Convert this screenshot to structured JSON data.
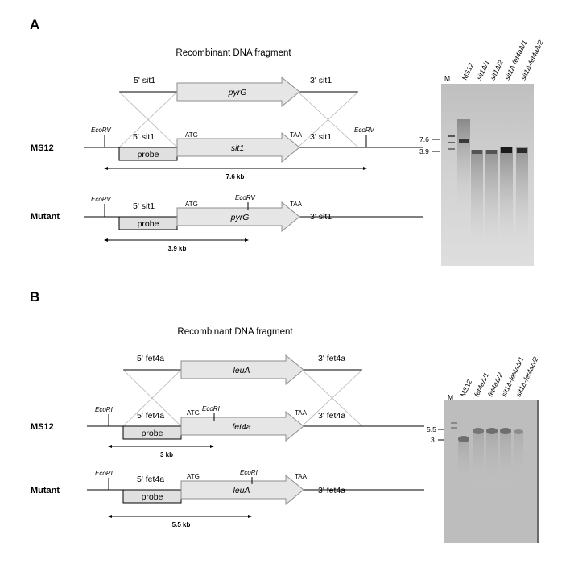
{
  "panel_a": {
    "letter": "A",
    "fragment_title": "Recombinant DNA fragment",
    "fragment": {
      "flank5": "5' sit1",
      "marker": "pyrG",
      "flank3": "3' sit1"
    },
    "wt": {
      "row_label": "MS12",
      "site_left": "EcoRV",
      "site_right": "EcoRV",
      "flank5": "5' sit1",
      "probe": "probe",
      "start": "ATG",
      "gene": "sit1",
      "stop": "TAA",
      "flank3": "3' sit1",
      "size": "7.6 kb"
    },
    "mut": {
      "row_label": "Mutant",
      "site_left": "EcoRV",
      "site_mid": "EcoRV",
      "flank5": "5' sit1",
      "probe": "probe",
      "start": "ATG",
      "gene": "pyrG",
      "stop": "TAA",
      "flank3": "3' sit1",
      "size": "3.9 kb"
    },
    "blot": {
      "marker_lane": "M",
      "lanes": [
        "MS12",
        "sit1Δ/1",
        "sit1Δ/2",
        "sit1Δ-fet4aΔ/1",
        "sit1Δ-fet4aΔ/2"
      ],
      "size_markers": [
        "7.6",
        "3.9"
      ]
    }
  },
  "panel_b": {
    "letter": "B",
    "fragment_title": "Recombinant DNA fragment",
    "fragment": {
      "flank5": "5' fet4a",
      "marker": "leuA",
      "flank3": "3' fet4a"
    },
    "wt": {
      "row_label": "MS12",
      "site_left": "EcoRI",
      "site_mid": "EcoRI",
      "flank5": "5' fet4a",
      "probe": "probe",
      "start": "ATG",
      "gene": "fet4a",
      "stop": "TAA",
      "flank3": "3' fet4a",
      "size": "3 kb"
    },
    "mut": {
      "row_label": "Mutant",
      "site_left": "EcoRI",
      "site_mid": "EcoRI",
      "flank5": "5' fet4a",
      "probe": "probe",
      "start": "ATG",
      "gene": "leuA",
      "stop": "TAA",
      "flank3": "3' fet4a",
      "size": "5.5 kb"
    },
    "blot": {
      "marker_lane": "M",
      "lanes": [
        "MS12",
        "fet4aΔ/1",
        "fet4aΔ/2",
        "sit1Δ-fet4aΔ/1",
        "sit1Δ-fet4aΔ/2"
      ],
      "size_markers": [
        "5.5",
        "3"
      ]
    }
  }
}
